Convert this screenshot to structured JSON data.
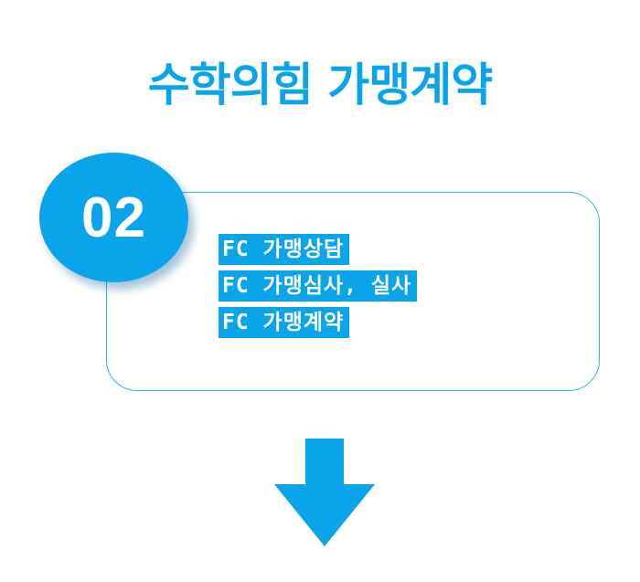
{
  "title": "수학의힘 가맹계약",
  "step": {
    "number": "02",
    "items": [
      "FC 가맹상담",
      "FC 가맹심사, 실사",
      "FC 가맹계약"
    ]
  },
  "colors": {
    "accent": "#0aa4ea",
    "card_border": "#2db3ee",
    "background": "#ffffff",
    "item_text": "#ffffff"
  },
  "icons": {
    "next_arrow": "arrow-down-icon"
  }
}
